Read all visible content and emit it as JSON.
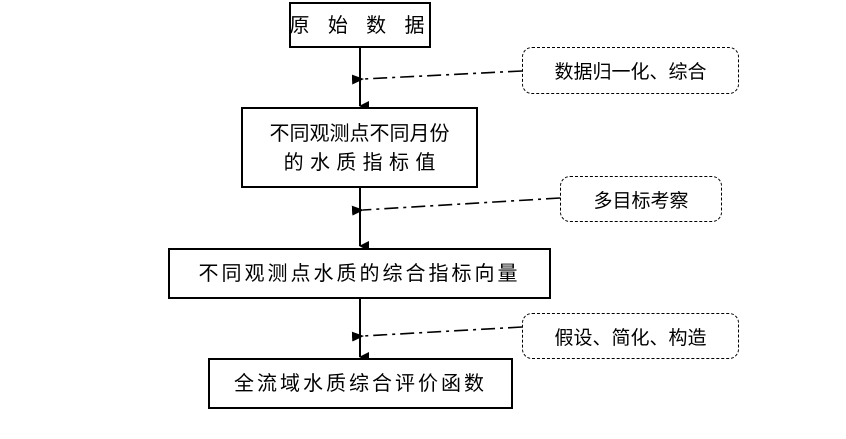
{
  "boxes": {
    "raw_data": "原 始 数 据",
    "indicator_values": {
      "line1": "不同观测点不同月份",
      "line2": "的 水 质 指 标 值"
    },
    "composite_vector": "不同观测点水质的综合指标向量",
    "evaluation_function": "全流域水质综合评价函数"
  },
  "notes": {
    "normalize": "数据归一化、综合",
    "multi_objective": "多目标考察",
    "assumptions": "假设、简化、构造"
  }
}
